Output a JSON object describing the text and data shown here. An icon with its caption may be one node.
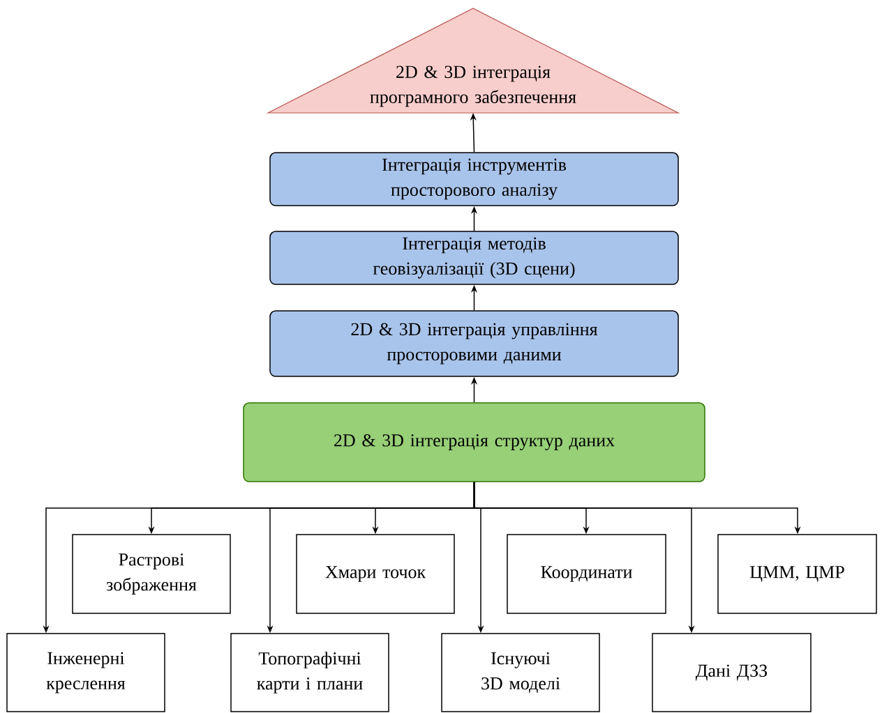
{
  "diagram": {
    "nodes": [
      {
        "text": [
          "2D & 3D інтеграція програмного забезпечення"
        ]
      },
      {
        "text": [
          "Інтеграція інструментів просторового аналізу"
        ]
      },
      {
        "text": [
          "Інтеграція методів геовізуалізації (3D сцени)"
        ]
      },
      {
        "text": [
          "2D & 3D інтеграція управління просторовими даними"
        ]
      },
      {
        "text": [
          "2D & 3D інтеграція структур даних"
        ]
      },
      {
        "text": [
          "Растрові зображення"
        ]
      },
      {
        "text": [
          "Хмари точок"
        ]
      },
      {
        "text": [
          "Координати"
        ]
      },
      {
        "text": [
          "ЦММ, ЦМР"
        ]
      },
      {
        "text": [
          "Інженерні креслення"
        ]
      },
      {
        "text": [
          "Топографічні карти і плани"
        ]
      },
      {
        "text": [
          "Існуючі 3D моделі"
        ]
      },
      {
        "text": [
          "Дані ДЗЗ"
        ]
      }
    ],
    "edges": [
      {
        "from": 4,
        "to": 3,
        "arrow": "to"
      },
      {
        "from": 3,
        "to": 2,
        "arrow": "to"
      },
      {
        "from": 2,
        "to": 1,
        "arrow": "to"
      },
      {
        "from": 1,
        "to": 0,
        "arrow": "to"
      },
      {
        "from": 4,
        "to": 9,
        "arrow": "to"
      },
      {
        "from": 4,
        "to": 5,
        "arrow": "to"
      },
      {
        "from": 4,
        "to": 10,
        "arrow": "to"
      },
      {
        "from": 4,
        "to": 6,
        "arrow": "to"
      },
      {
        "from": 4,
        "to": 11,
        "arrow": "to"
      },
      {
        "from": 4,
        "to": 7,
        "arrow": "to"
      },
      {
        "from": 4,
        "to": 12,
        "arrow": "to"
      },
      {
        "from": 4,
        "to": 8,
        "arrow": "to"
      }
    ]
  }
}
